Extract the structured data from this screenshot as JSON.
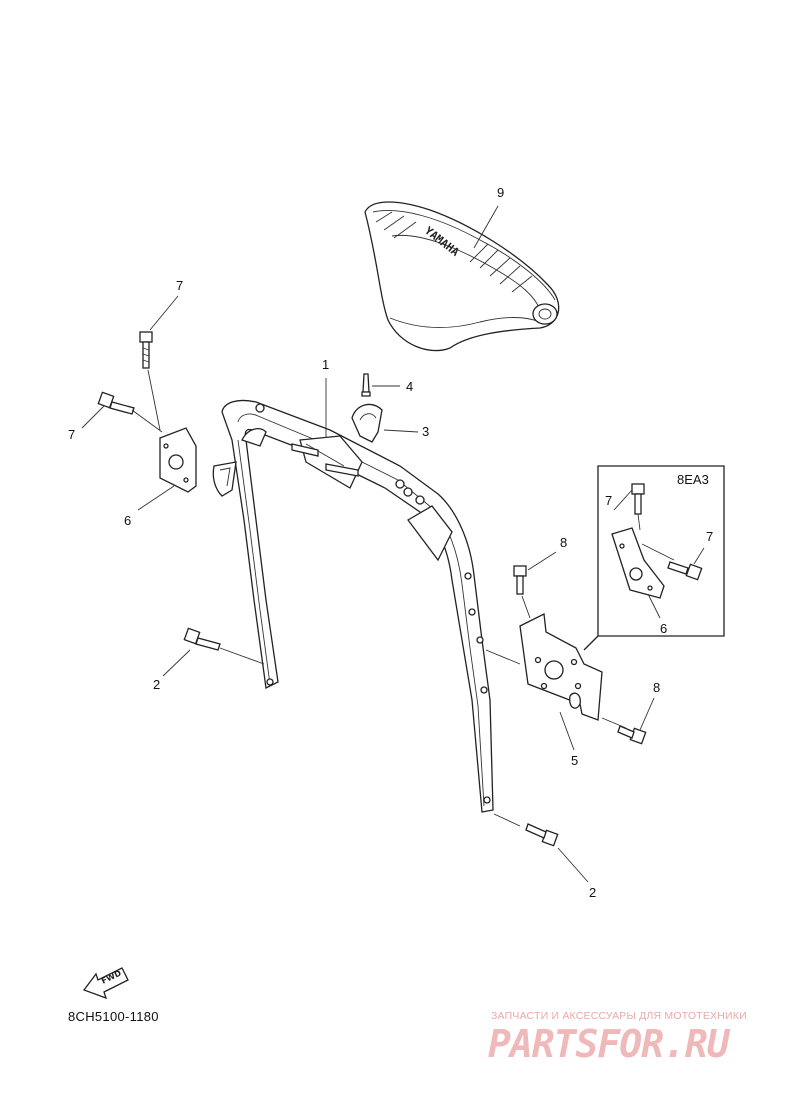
{
  "diagram_code": "8CH5100-1180",
  "inset_label": "8EA3",
  "seat_brand": "YAMAHA",
  "fwd_label": "FWD",
  "callouts": {
    "c1": "1",
    "c2a": "2",
    "c2b": "2",
    "c3": "3",
    "c4": "4",
    "c5": "5",
    "c6a": "6",
    "c6b": "6",
    "c7a": "7",
    "c7b": "7",
    "c7c": "7",
    "c7d": "7",
    "c8a": "8",
    "c8b": "8",
    "c9": "9"
  },
  "watermark": {
    "tagline": "ЗАПЧАСТИ И АКСЕССУАРЫ ДЛЯ МОТОТЕХНИКИ",
    "logo": "PARTSFOR.RU"
  }
}
